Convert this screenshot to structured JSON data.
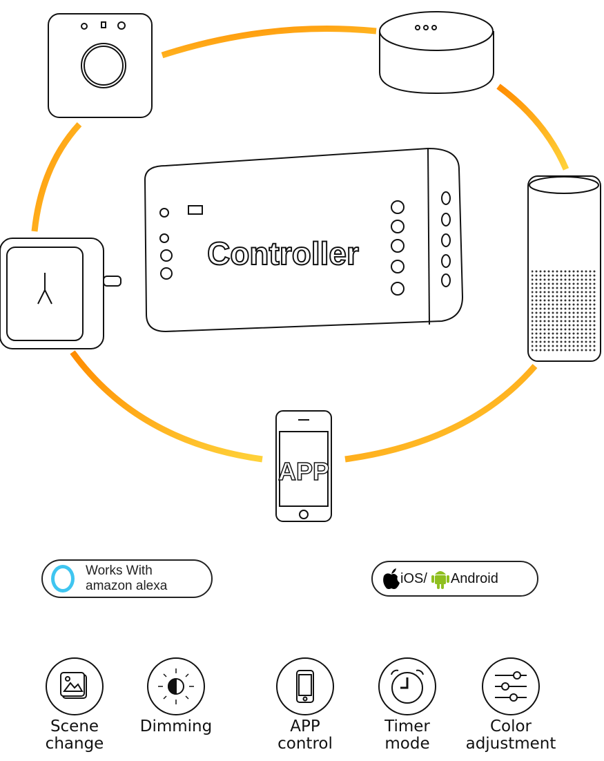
{
  "diagram": {
    "center_label": "Controller",
    "phone_label": "APP",
    "arc_colors": {
      "start": "#ff8c00",
      "end": "#ffd23a"
    }
  },
  "badges": {
    "alexa": {
      "line1": "Works With",
      "line2": "amazon alexa",
      "color": "#3fc5f0"
    },
    "platforms": {
      "ios": "iOS/",
      "android": "Android",
      "android_color": "#8fbf1f"
    }
  },
  "features": [
    {
      "icon": "scene-icon",
      "line1": "Scene",
      "line2": "change"
    },
    {
      "icon": "dimming-icon",
      "line1": "Dimming",
      "line2": ""
    },
    {
      "icon": "phone-icon",
      "line1": "APP",
      "line2": "control"
    },
    {
      "icon": "alarm-clock-icon",
      "line1": "Timer",
      "line2": "mode"
    },
    {
      "icon": "sliders-icon",
      "line1": "Color",
      "line2": "adjustment"
    }
  ]
}
